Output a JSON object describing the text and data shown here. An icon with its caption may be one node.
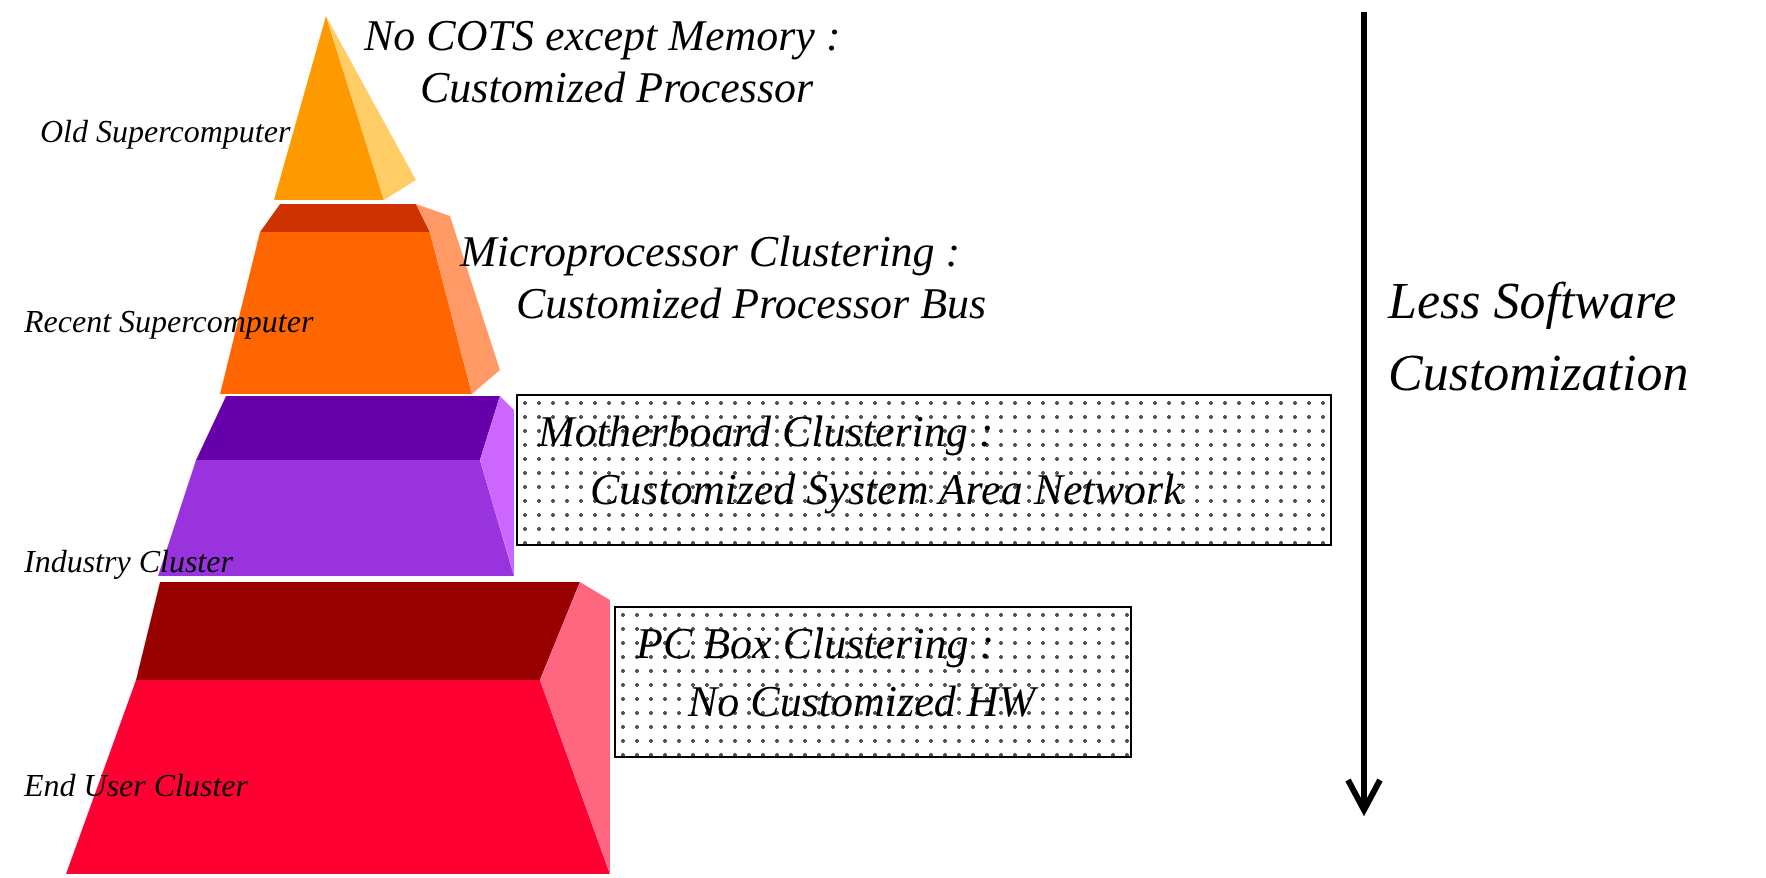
{
  "diagram": {
    "nodes": [
      {
        "text": [
          "Old Supercomputer"
        ],
        "beside": [
          "No COTS except Memory : Customized Processor"
        ]
      },
      {
        "text": [
          "Recent Supercomputer"
        ],
        "beside": [
          "Microprocessor Clustering : Customized Processor Bus"
        ]
      },
      {
        "text": [
          "Industry Cluster"
        ]
      },
      {
        "text": [
          "End User Cluster"
        ]
      },
      {
        "text": [
          "Motherboard Clustering : Customized System Area Network"
        ]
      },
      {
        "text": [
          "PC Box Clustering : No Customized HW"
        ]
      }
    ],
    "edges": [],
    "labels": [
      "Less Software Customization"
    ]
  }
}
